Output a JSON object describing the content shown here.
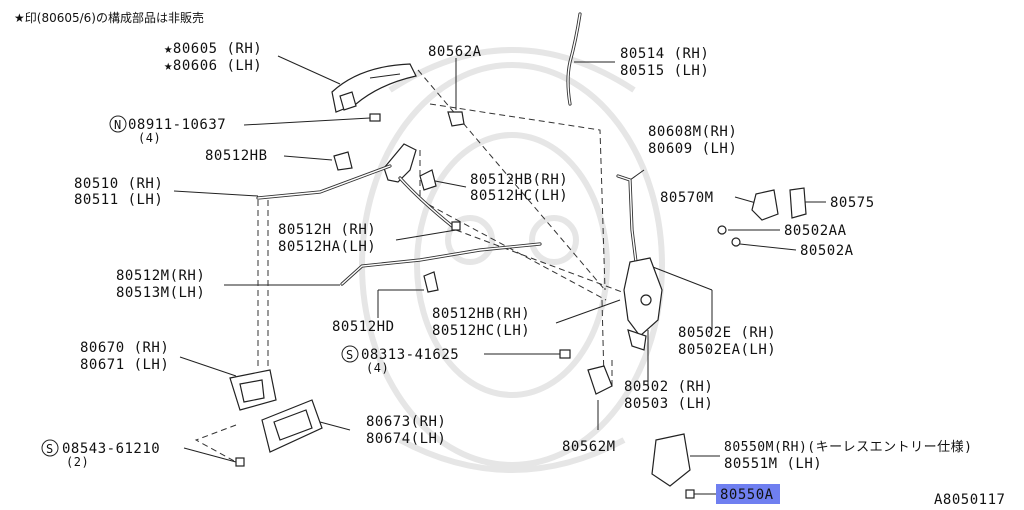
{
  "note": "★印(80605/6)の構成部品は非販売",
  "figure_id": "A8050117",
  "labels": {
    "l80605": "★80605 (RH)",
    "l80606": "★80606 (LH)",
    "l80562A": "80562A",
    "l80514": "80514 (RH)",
    "l80515": "80515 (LH)",
    "l08911": "08911-10637",
    "l08911q": "(4)",
    "l80608M": "80608M(RH)",
    "l80609": "80609  (LH)",
    "l80512HB_top": "80512HB",
    "l80512HB_rh": "80512HB(RH)",
    "l80512HC_lh": "80512HC(LH)",
    "l80510": "80510 (RH)",
    "l80511": "80511 (LH)",
    "l80570M": "80570M",
    "l80575": "80575",
    "l80502AA": "80502AA",
    "l80502A": "80502A",
    "l80512H": "80512H  (RH)",
    "l80512HA": "80512HA(LH)",
    "l80512M": "80512M(RH)",
    "l80513M": "80513M(LH)",
    "l80512HD": "80512HD",
    "l80512HB_mid": "80512HB(RH)",
    "l80512HC_mid": "80512HC(LH)",
    "l80502E": "80502E  (RH)",
    "l80502EA": "80502EA(LH)",
    "l80670": "80670 (RH)",
    "l80671": "80671 (LH)",
    "l08313": "08313-41625",
    "l08313q": "(4)",
    "l80502": "80502 (RH)",
    "l80503": "80503 (LH)",
    "l80673": "80673(RH)",
    "l80674": "80674(LH)",
    "l08543": "08543-61210",
    "l08543q": "(2)",
    "l80562M": "80562M",
    "l80550M": "80550M(RH)(キーレスエントリー仕様)",
    "l80551M": "80551M (LH)",
    "l80550A": "80550A",
    "mark_N": "N",
    "mark_S1": "S",
    "mark_S2": "S"
  },
  "colors": {
    "highlight": "#6f7ff0",
    "line": "#222222",
    "watermark": "#e6e6e6"
  }
}
